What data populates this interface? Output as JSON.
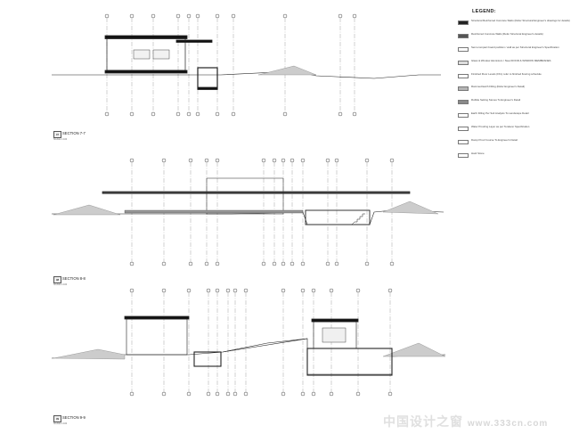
{
  "legend": {
    "title": "LEGEND:",
    "items": [
      {
        "text": "Structural Reinforced Concrete Slabs (Refer Structural Engineer's drawings for details)",
        "fill": "#222222"
      },
      {
        "text": "Reinforced Concrete Walls (Refer Structural Engineer's details)",
        "fill": "#555555"
      },
      {
        "text": "Semi-compact board partition / wall as per Structural Engineer's Specification",
        "fill": "#ffffff"
      },
      {
        "text": "Glass & Window Aluminium / Steel DOOR & WINDOW MEMBRANES",
        "fill": "#dddddd"
      },
      {
        "text": "Finished Floor Levels (FFL) refer to finished flooring schedule",
        "fill": "#ffffff"
      },
      {
        "text": "Rammed Earth Filling (Refer Engineer's Detail)",
        "fill": "#b5b5b5"
      },
      {
        "text": "Rubble Setting Stones To Engineer's Detail",
        "fill": "#8a8a8a"
      },
      {
        "text": "Earth Filling Per Soil Analysis To Landscape Detail",
        "fill": "#ffffff"
      },
      {
        "text": "Water Proofing Layer as per Tenderer Specification",
        "fill": "#ffffff"
      },
      {
        "text": "Damp Proof Course To Engineer's Detail",
        "fill": "#ffffff"
      },
      {
        "text": "Hard Stone",
        "fill": "#ffffff"
      }
    ]
  },
  "sections": [
    {
      "number": "07",
      "title": "SECTION 7-7",
      "scale": "SCALE 1:100"
    },
    {
      "number": "08",
      "title": "SECTION 8-8",
      "scale": "SCALE 1:100"
    },
    {
      "number": "09",
      "title": "SECTION 9-9",
      "scale": "SCALE 1:100"
    }
  ],
  "watermark": {
    "cn": "中国设计之窗",
    "url": "www.333cn.com"
  }
}
